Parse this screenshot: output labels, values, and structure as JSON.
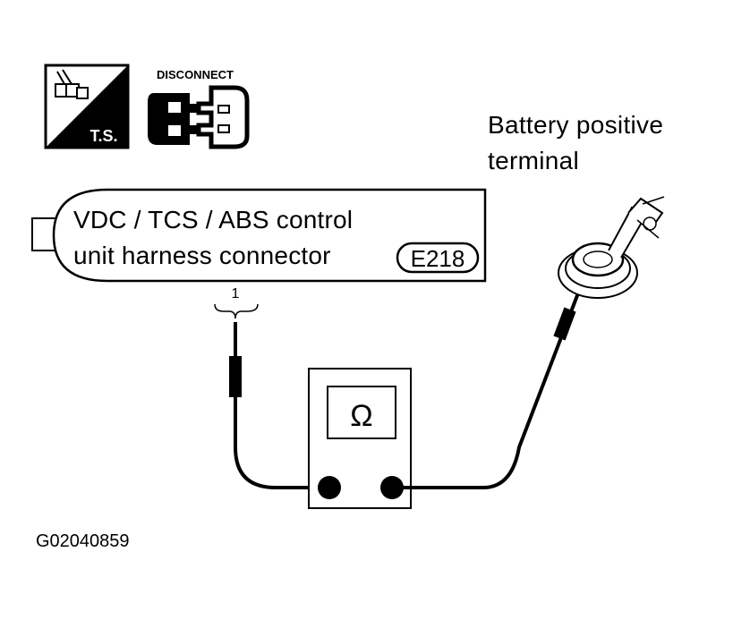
{
  "icons": {
    "ts_label": "T.S.",
    "disconnect_label": "DISCONNECT"
  },
  "battery": {
    "line1": "Battery positive",
    "line2": "terminal"
  },
  "connector": {
    "line1": "VDC / TCS / ABS control",
    "line2": "unit harness connector",
    "badge": "E218",
    "pin": "1"
  },
  "meter": {
    "symbol": "Ω"
  },
  "figure_code": "G02040859"
}
